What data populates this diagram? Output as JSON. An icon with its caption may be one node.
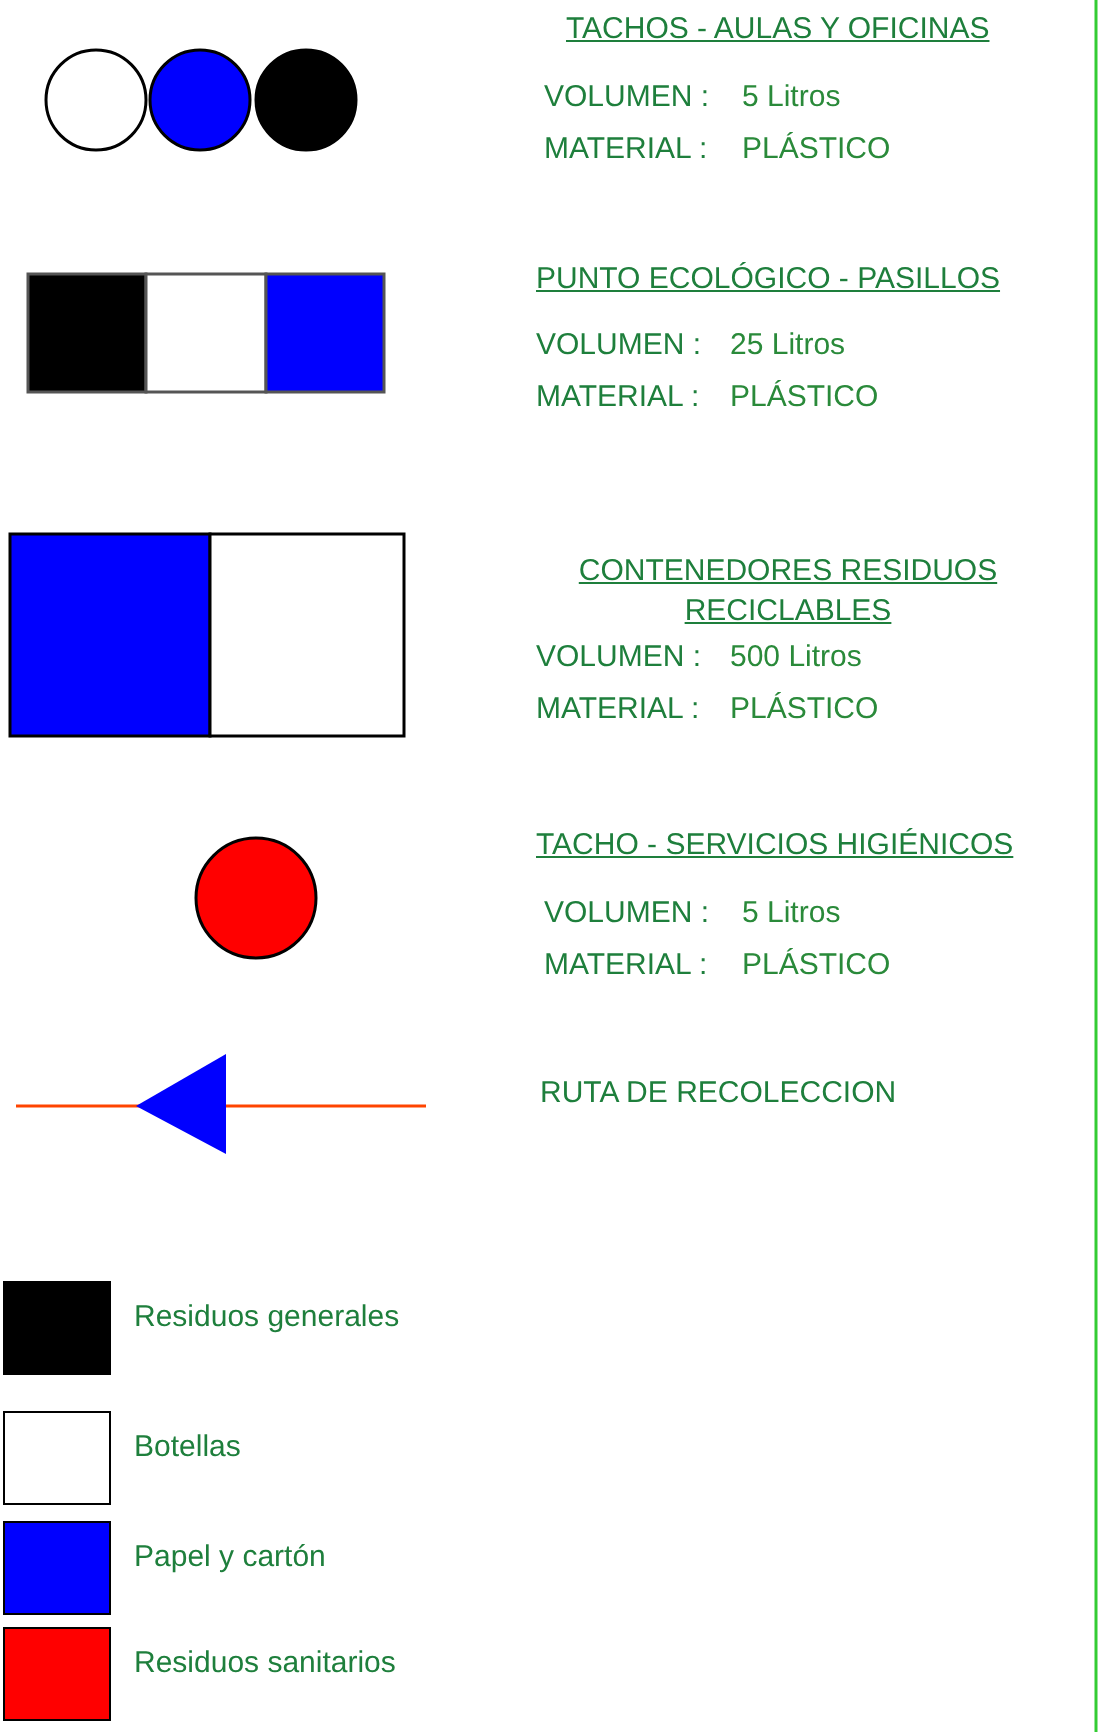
{
  "diagram": {
    "legend": [
      {
        "text": "TACHOS - AULAS Y OFICINAS"
      },
      {
        "text": "PUNTO ECOLÓGICO - PASILLOS"
      },
      {
        "text": "CONTENEDORES RESIDUOS RECICLABLES"
      },
      {
        "text": "TACHO - SERVICIOS HIGIÉNICOS"
      },
      {
        "text": "RUTA DE RECOLECCION"
      },
      {
        "text": "Residuos generales",
        "color": "#000000"
      },
      {
        "text": "Botellas",
        "color": "#ffffff"
      },
      {
        "text": "Papel y cartón",
        "color": "#0000ff"
      },
      {
        "text": "Residuos sanitarios",
        "color": "#ff0000"
      }
    ],
    "labels": [
      "VOLUMEN :",
      "5 Litros",
      "MATERIAL :",
      "PLÁSTICO",
      "VOLUMEN :",
      "25 Litros",
      "MATERIAL :",
      "PLÁSTICO",
      "VOLUMEN :",
      "500 Litros",
      "MATERIAL :",
      "PLÁSTICO",
      "VOLUMEN :",
      "5 Litros",
      "MATERIAL :",
      "PLÁSTICO"
    ]
  }
}
